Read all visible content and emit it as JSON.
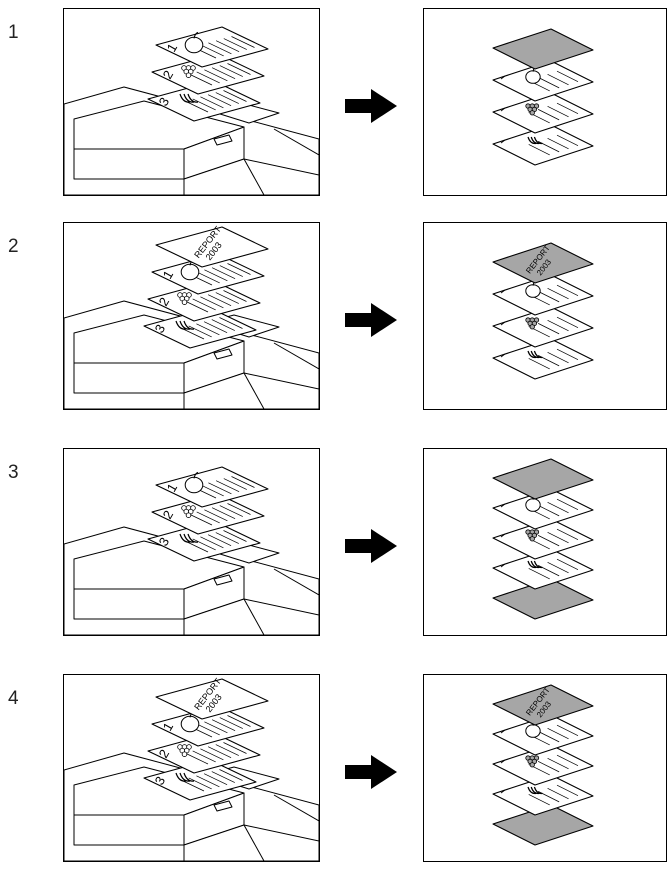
{
  "rows": [
    {
      "number": "1",
      "original_stack": [
        {
          "type": "page",
          "label": "1",
          "picture": "apple"
        },
        {
          "type": "page",
          "label": "2",
          "picture": "grapes"
        },
        {
          "type": "page",
          "label": "3",
          "picture": "bananas"
        }
      ],
      "output_stack": [
        {
          "type": "blank-cover"
        },
        {
          "type": "page",
          "picture": "apple"
        },
        {
          "type": "page",
          "picture": "grapes"
        },
        {
          "type": "page",
          "picture": "bananas"
        }
      ]
    },
    {
      "number": "2",
      "original_stack": [
        {
          "type": "report-cover",
          "text": [
            "REPORT",
            "2003"
          ]
        },
        {
          "type": "page",
          "label": "1",
          "picture": "apple"
        },
        {
          "type": "page",
          "label": "2",
          "picture": "grapes"
        },
        {
          "type": "page",
          "label": "3",
          "picture": "bananas"
        }
      ],
      "output_stack": [
        {
          "type": "report-cover",
          "text": [
            "REPORT",
            "2003"
          ]
        },
        {
          "type": "page",
          "picture": "apple"
        },
        {
          "type": "page",
          "picture": "grapes"
        },
        {
          "type": "page",
          "picture": "bananas"
        }
      ]
    },
    {
      "number": "3",
      "original_stack": [
        {
          "type": "page",
          "label": "1",
          "picture": "apple"
        },
        {
          "type": "page",
          "label": "2",
          "picture": "grapes"
        },
        {
          "type": "page",
          "label": "3",
          "picture": "bananas"
        }
      ],
      "output_stack": [
        {
          "type": "blank-cover"
        },
        {
          "type": "page",
          "picture": "apple"
        },
        {
          "type": "page",
          "picture": "grapes"
        },
        {
          "type": "page",
          "picture": "bananas"
        },
        {
          "type": "blank-back-cover"
        }
      ]
    },
    {
      "number": "4",
      "original_stack": [
        {
          "type": "report-cover",
          "text": [
            "REPORT",
            "2003"
          ]
        },
        {
          "type": "page",
          "label": "1",
          "picture": "apple"
        },
        {
          "type": "page",
          "label": "2",
          "picture": "grapes"
        },
        {
          "type": "page",
          "label": "3",
          "picture": "bananas"
        }
      ],
      "output_stack": [
        {
          "type": "report-cover",
          "text": [
            "REPORT",
            "2003"
          ]
        },
        {
          "type": "page",
          "picture": "apple"
        },
        {
          "type": "page",
          "picture": "grapes"
        },
        {
          "type": "page",
          "picture": "bananas"
        },
        {
          "type": "blank-back-cover"
        }
      ]
    }
  ],
  "colors": {
    "cover_fill": "#a6a6a6",
    "arrow": "#000000",
    "line": "#000000",
    "page_fill": "#ffffff"
  },
  "icons": {
    "arrow": "right-arrow-icon",
    "scanner": "document-feeder-icon"
  }
}
